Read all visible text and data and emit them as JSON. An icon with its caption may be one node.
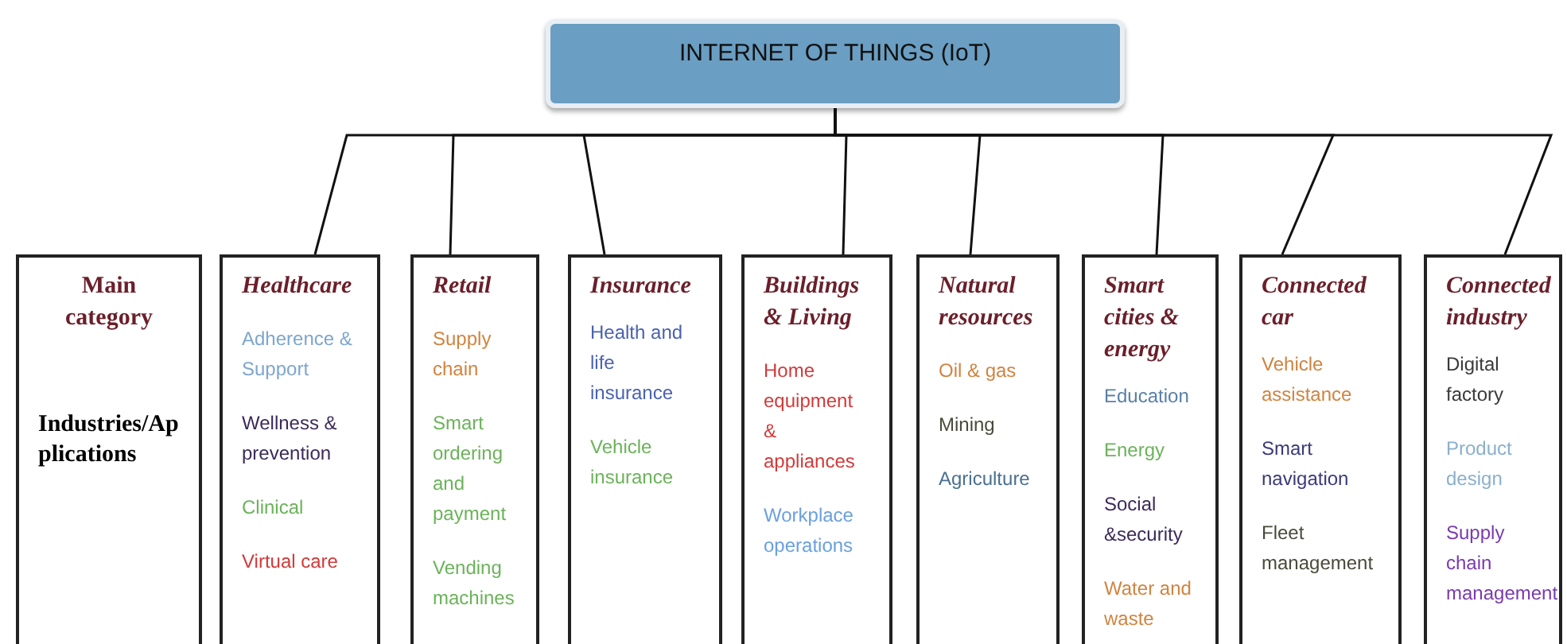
{
  "diagram": {
    "nodes": [
      {
        "text": [
          "INTERNET OF THINGS (IoT)"
        ]
      },
      {
        "text": [
          "Main category",
          "Industries/Applications"
        ]
      },
      {
        "text": [
          "Healthcare",
          "Adherence & Support",
          "Wellness & prevention",
          "Clinical",
          "Virtual care"
        ]
      },
      {
        "text": [
          "Retail",
          "Supply chain",
          "Smart ordering and payment",
          "Vending machines"
        ]
      },
      {
        "text": [
          "Insurance",
          "Health and life insurance",
          "Vehicle insurance"
        ]
      },
      {
        "text": [
          "Buildings & Living",
          "Home equipment & appliances",
          "Workplace operations"
        ]
      },
      {
        "text": [
          "Natural resources",
          "Oil & gas",
          "Mining",
          "Agriculture"
        ]
      },
      {
        "text": [
          "Smart cities & energy",
          "Education",
          "Energy",
          "Social &security",
          "Water and waste"
        ]
      },
      {
        "text": [
          "Connected car",
          "Vehicle assistance",
          "Smart navigation",
          "Fleet management"
        ]
      },
      {
        "text": [
          "Connected industry",
          "Digital factory",
          "Product design",
          "Supply chain management"
        ]
      }
    ],
    "edges": [
      {
        "from": 0,
        "to": 2,
        "arrow": "none"
      },
      {
        "from": 0,
        "to": 3,
        "arrow": "none"
      },
      {
        "from": 0,
        "to": 4,
        "arrow": "none"
      },
      {
        "from": 0,
        "to": 5,
        "arrow": "none"
      },
      {
        "from": 0,
        "to": 6,
        "arrow": "none"
      },
      {
        "from": 0,
        "to": 7,
        "arrow": "none"
      },
      {
        "from": 0,
        "to": 8,
        "arrow": "none"
      },
      {
        "from": 0,
        "to": 9,
        "arrow": "none"
      }
    ]
  }
}
